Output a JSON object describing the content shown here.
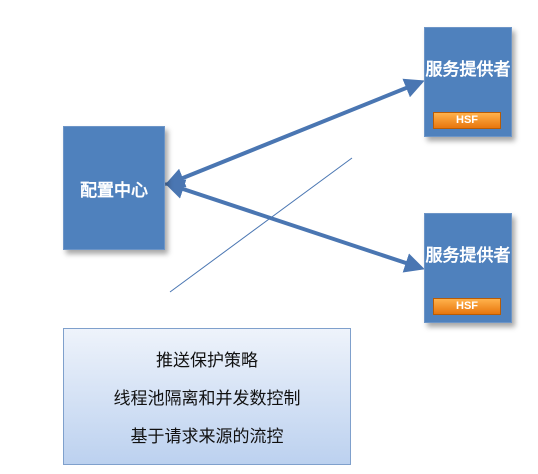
{
  "config_center": {
    "label": "配置中心"
  },
  "providers": [
    {
      "label": "服务提供者",
      "badge": "HSF"
    },
    {
      "label": "服务提供者",
      "badge": "HSF"
    }
  ],
  "features": [
    "推送保护策略",
    "线程池隔离和并发数控制",
    "基于请求来源的流控"
  ],
  "colors": {
    "box_fill": "#4f81bd",
    "arrow": "#4a76b2",
    "badge": "#f08a1c",
    "features_fill": "#c6d9f1"
  }
}
